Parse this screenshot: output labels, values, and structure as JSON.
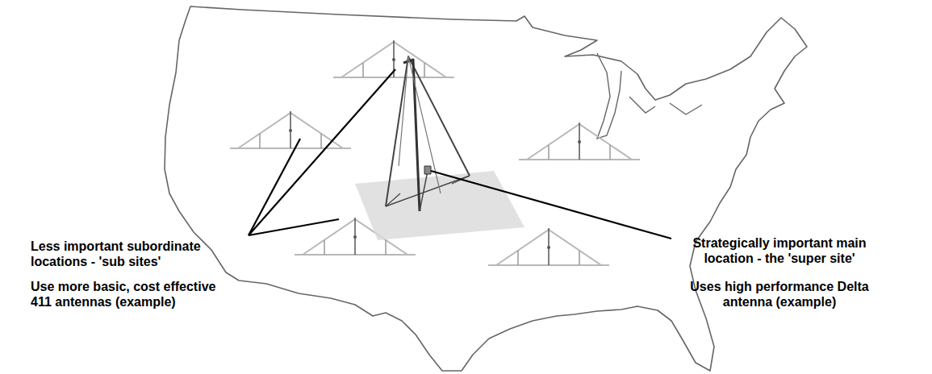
{
  "diagram": {
    "labels": [
      "Less important subordinate locations - 'sub sites'",
      "Use more basic, cost effective 411 antennas (example)",
      "Strategically important main location - the 'super site'",
      "Uses high performance Delta antenna (example)"
    ]
  }
}
